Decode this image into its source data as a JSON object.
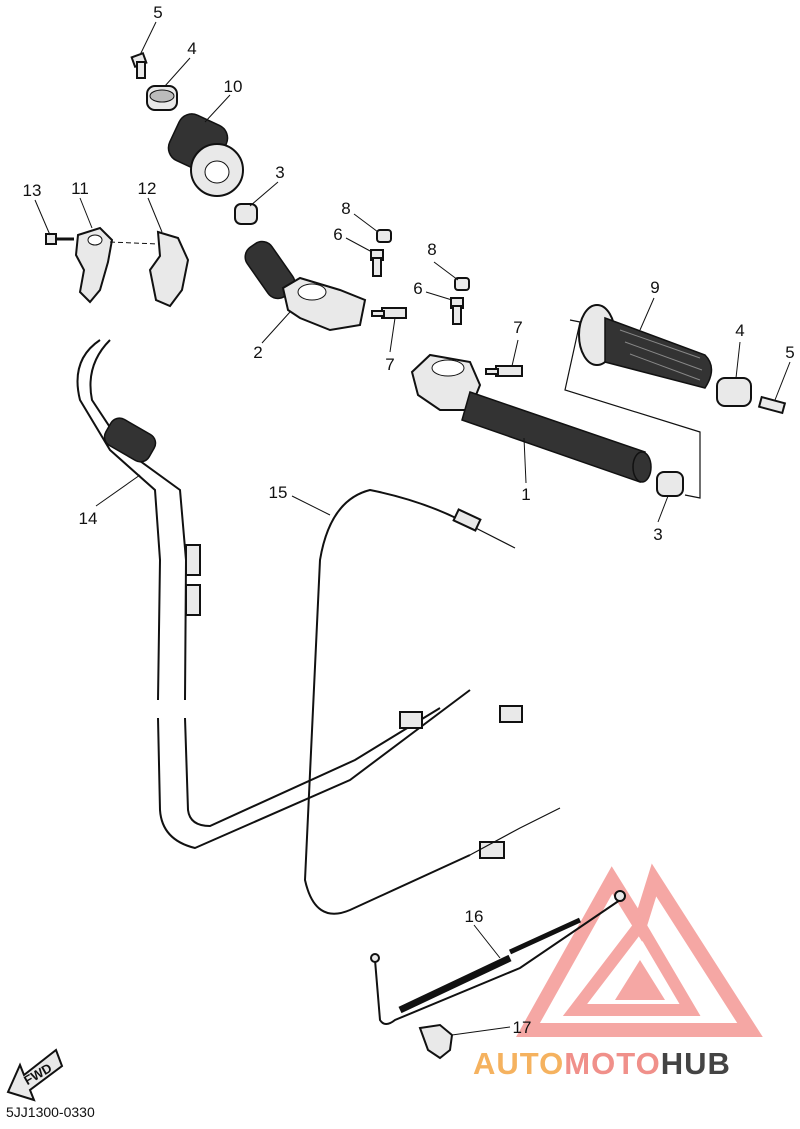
{
  "diagram": {
    "callouts": {
      "c1": "1",
      "c2": "2",
      "c3a": "3",
      "c3b": "3",
      "c4a": "4",
      "c4b": "4",
      "c5a": "5",
      "c5b": "5",
      "c6a": "6",
      "c6b": "6",
      "c7a": "7",
      "c7b": "7",
      "c8a": "8",
      "c8b": "8",
      "c9": "9",
      "c10": "10",
      "c11": "11",
      "c12": "12",
      "c13": "13",
      "c14": "14",
      "c15": "15",
      "c16": "16",
      "c17": "17"
    },
    "fwd_label": "FWD",
    "code": "5JJ1300-0330"
  },
  "watermark": {
    "part1": "AUTO",
    "part2": "MOTO",
    "part3": "HUB",
    "colors": {
      "auto": "#f5b25f",
      "moto": "#f0908a",
      "hub": "#444444",
      "logo": "#f28a86"
    }
  }
}
